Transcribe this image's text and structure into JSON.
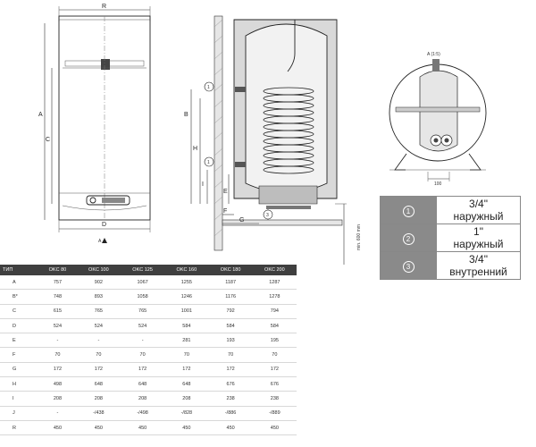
{
  "drawing": {
    "dim_labels": {
      "R": "R",
      "A": "A",
      "C": "C",
      "D": "D",
      "arrow_a": "A",
      "B": "B",
      "H": "H",
      "I": "I",
      "E": "E",
      "F": "F",
      "G": "G",
      "min600": "min. 600 mm",
      "detail": "A (1:5)",
      "width100": "100"
    },
    "callouts": {
      "c1": "1",
      "c3": "3"
    }
  },
  "legend": [
    {
      "symbol": "1",
      "line1": "3/4\"",
      "line2": "наружный"
    },
    {
      "symbol": "2",
      "line1": "1\"",
      "line2": "наружный"
    },
    {
      "symbol": "3",
      "line1": "3/4\"",
      "line2": "внутренний"
    }
  ],
  "table": {
    "headers": [
      "ТИП",
      "OKC 80",
      "OKC 100",
      "OKC 125",
      "OKC 160",
      "OKC 180",
      "OKC 200"
    ],
    "rows": [
      [
        "A",
        "757",
        "902",
        "1067",
        "1255",
        "1187",
        "1287"
      ],
      [
        "B*",
        "748",
        "893",
        "1058",
        "1246",
        "1176",
        "1278"
      ],
      [
        "C",
        "615",
        "765",
        "765",
        "1001",
        "792",
        "794"
      ],
      [
        "D",
        "524",
        "524",
        "524",
        "584",
        "584",
        "584"
      ],
      [
        "E",
        "-",
        "-",
        "-",
        "281",
        "193",
        "195"
      ],
      [
        "F",
        "70",
        "70",
        "70",
        "70",
        "70",
        "70"
      ],
      [
        "G",
        "172",
        "172",
        "172",
        "172",
        "172",
        "172"
      ],
      [
        "H",
        "498",
        "648",
        "648",
        "648",
        "676",
        "676"
      ],
      [
        "I",
        "208",
        "208",
        "208",
        "208",
        "238",
        "238"
      ],
      [
        "J",
        "-",
        "-/438",
        "-/498",
        "-/828",
        "-/886",
        "-/889"
      ],
      [
        "R",
        "450",
        "450",
        "450",
        "450",
        "450",
        "450"
      ]
    ]
  }
}
